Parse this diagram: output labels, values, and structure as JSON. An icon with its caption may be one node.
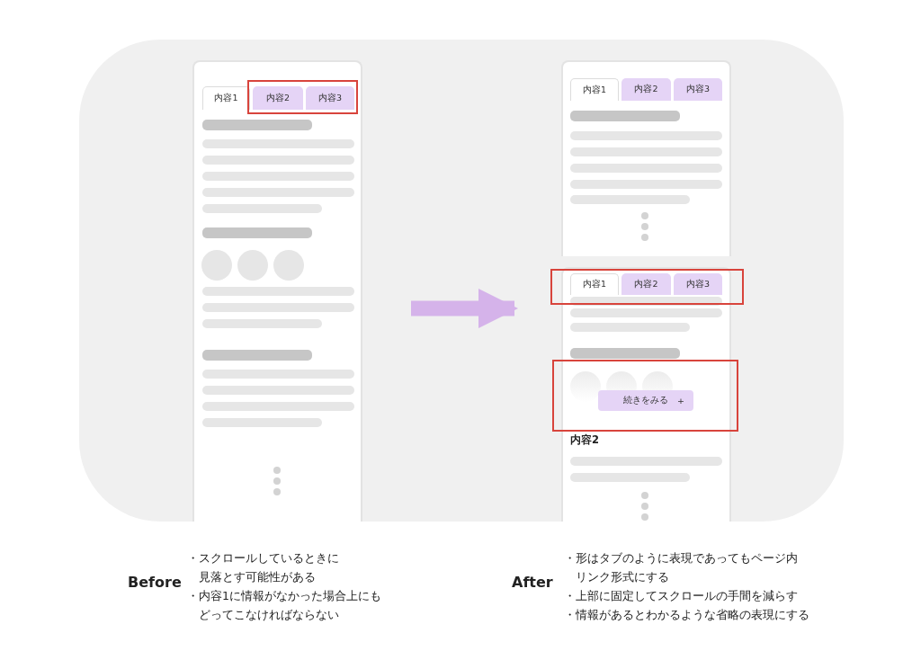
{
  "diagram": {
    "nodes": [
      {
        "text": [],
        "shape": "box"
      },
      {
        "text": [
          "内容1"
        ],
        "in": 0
      },
      {
        "text": [
          "内容2"
        ],
        "in": 0
      },
      {
        "text": [
          "内容3"
        ],
        "in": 0
      },
      {
        "text": [],
        "shape": "box"
      },
      {
        "text": [
          "内容1"
        ],
        "in": 4
      },
      {
        "text": [
          "内容2"
        ],
        "in": 4
      },
      {
        "text": [
          "内容3"
        ],
        "in": 4
      },
      {
        "text": [
          "内容2"
        ]
      },
      {
        "text": [
          "内容1"
        ],
        "in": 8
      },
      {
        "text": [
          "内容2"
        ],
        "in": 8
      },
      {
        "text": [
          "内容3"
        ],
        "in": 8
      },
      {
        "text": [
          "続きをみる",
          "+"
        ],
        "in": 8
      }
    ],
    "edges": [
      {
        "from": 0,
        "to": 8,
        "arrow": "to"
      }
    ],
    "labels": [
      "Before",
      "・スクロールしているときに見落とす可能性がある",
      "・内容1に情報がなかった場合上にもどってこなければならない",
      "After",
      "・形はタブのように表現であってもページ内リンク形式にする",
      "・上部に固定してスクロールの手間を減らす",
      "・情報があるとわかるような省略の表現にする"
    ]
  }
}
